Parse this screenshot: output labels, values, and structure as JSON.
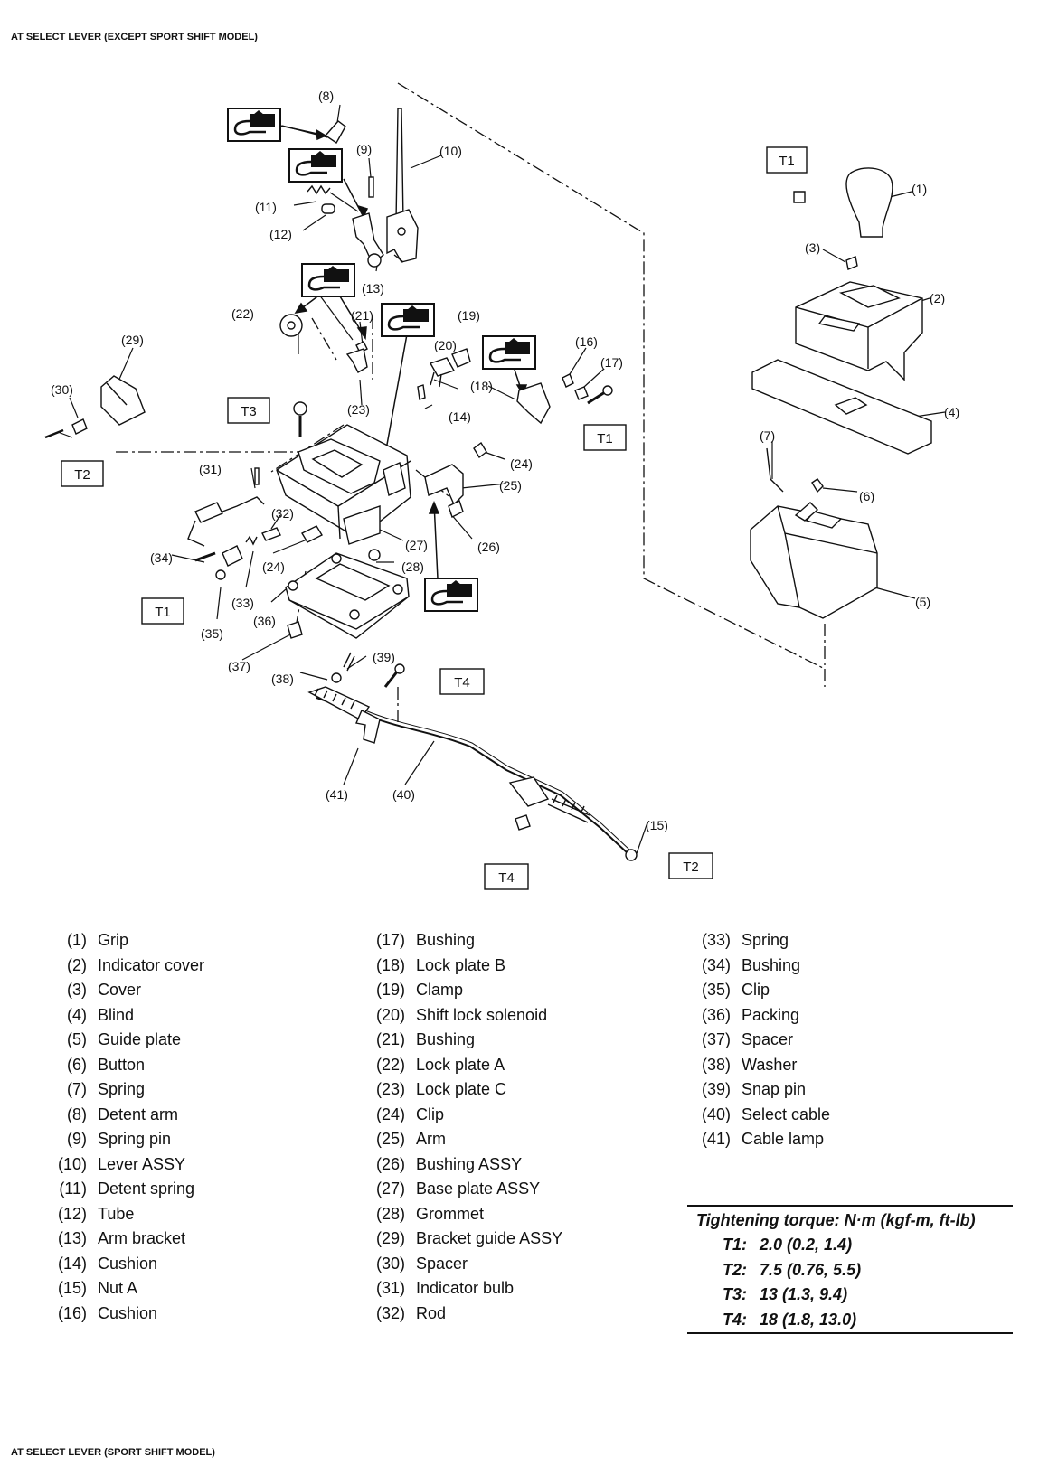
{
  "titles": {
    "top": "AT SELECT LEVER (EXCEPT SPORT SHIFT MODEL)",
    "bottom": "AT SELECT LEVER (SPORT SHIFT MODEL)"
  },
  "callouts": [
    "(1)",
    "(2)",
    "(3)",
    "(4)",
    "(5)",
    "(6)",
    "(7)",
    "(8)",
    "(9)",
    "(10)",
    "(11)",
    "(12)",
    "(13)",
    "(14)",
    "(15)",
    "(16)",
    "(17)",
    "(18)",
    "(19)",
    "(20)",
    "(21)",
    "(22)",
    "(23)",
    "(24)",
    "(25)",
    "(26)",
    "(27)",
    "(28)",
    "(29)",
    "(30)",
    "(31)",
    "(32)",
    "(33)",
    "(34)",
    "(35)",
    "(36)",
    "(37)",
    "(38)",
    "(39)",
    "(40)",
    "(41)"
  ],
  "torque_labels": [
    "T1",
    "T2",
    "T3",
    "T4"
  ],
  "parts": [
    {
      "no": "(1)",
      "name": "Grip"
    },
    {
      "no": "(2)",
      "name": "Indicator cover"
    },
    {
      "no": "(3)",
      "name": "Cover"
    },
    {
      "no": "(4)",
      "name": "Blind"
    },
    {
      "no": "(5)",
      "name": "Guide plate"
    },
    {
      "no": "(6)",
      "name": "Button"
    },
    {
      "no": "(7)",
      "name": "Spring"
    },
    {
      "no": "(8)",
      "name": "Detent arm"
    },
    {
      "no": "(9)",
      "name": "Spring pin"
    },
    {
      "no": "(10)",
      "name": "Lever ASSY"
    },
    {
      "no": "(11)",
      "name": "Detent spring"
    },
    {
      "no": "(12)",
      "name": "Tube"
    },
    {
      "no": "(13)",
      "name": "Arm bracket"
    },
    {
      "no": "(14)",
      "name": "Cushion"
    },
    {
      "no": "(15)",
      "name": "Nut A"
    },
    {
      "no": "(16)",
      "name": "Cushion"
    },
    {
      "no": "(17)",
      "name": "Bushing"
    },
    {
      "no": "(18)",
      "name": "Lock plate B"
    },
    {
      "no": "(19)",
      "name": "Clamp"
    },
    {
      "no": "(20)",
      "name": "Shift lock solenoid"
    },
    {
      "no": "(21)",
      "name": "Bushing"
    },
    {
      "no": "(22)",
      "name": "Lock plate A"
    },
    {
      "no": "(23)",
      "name": "Lock plate C"
    },
    {
      "no": "(24)",
      "name": "Clip"
    },
    {
      "no": "(25)",
      "name": "Arm"
    },
    {
      "no": "(26)",
      "name": "Bushing ASSY"
    },
    {
      "no": "(27)",
      "name": "Base plate ASSY"
    },
    {
      "no": "(28)",
      "name": "Grommet"
    },
    {
      "no": "(29)",
      "name": "Bracket guide ASSY"
    },
    {
      "no": "(30)",
      "name": "Spacer"
    },
    {
      "no": "(31)",
      "name": "Indicator bulb"
    },
    {
      "no": "(32)",
      "name": "Rod"
    },
    {
      "no": "(33)",
      "name": "Spring"
    },
    {
      "no": "(34)",
      "name": "Bushing"
    },
    {
      "no": "(35)",
      "name": "Clip"
    },
    {
      "no": "(36)",
      "name": "Packing"
    },
    {
      "no": "(37)",
      "name": "Spacer"
    },
    {
      "no": "(38)",
      "name": "Washer"
    },
    {
      "no": "(39)",
      "name": "Snap pin"
    },
    {
      "no": "(40)",
      "name": "Select cable"
    },
    {
      "no": "(41)",
      "name": "Cable lamp"
    }
  ],
  "torque": {
    "header": "Tightening torque: N·m (kgf-m, ft-lb)",
    "rows": [
      {
        "key": "T1:",
        "value": "2.0 (0.2, 1.4)"
      },
      {
        "key": "T2:",
        "value": "7.5 (0.76, 5.5)"
      },
      {
        "key": "T3:",
        "value": "13 (1.3, 9.4)"
      },
      {
        "key": "T4:",
        "value": "18 (1.8, 13.0)"
      }
    ]
  }
}
